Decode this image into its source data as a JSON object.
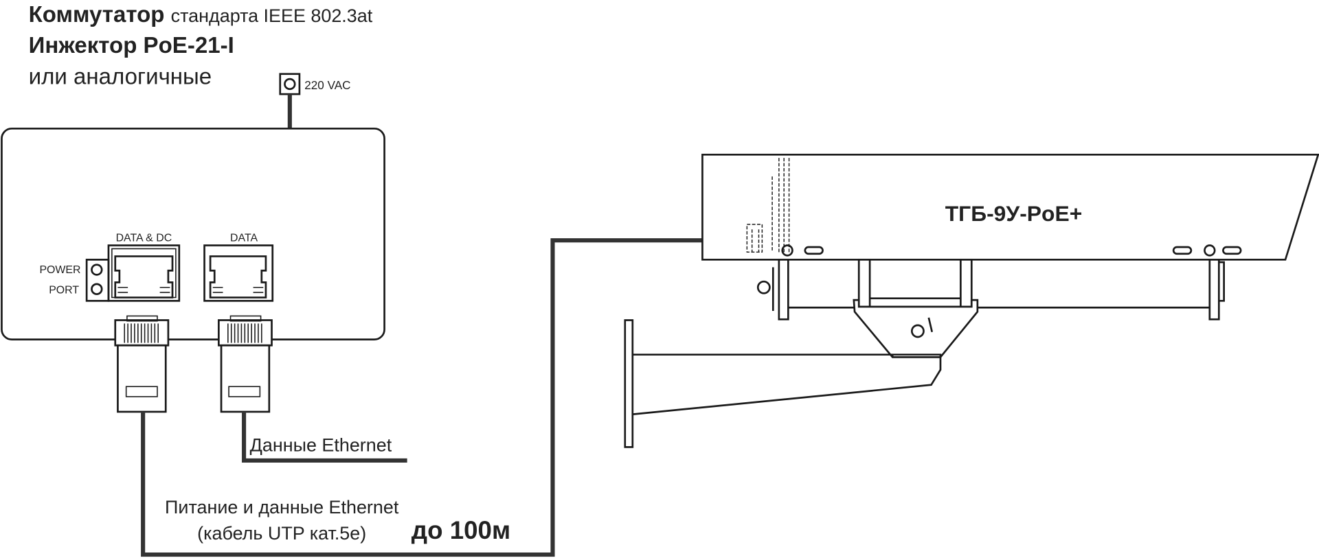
{
  "heading": {
    "line1_bold": "Коммутатор",
    "line1_regular": "стандарта IEEE 802.3at",
    "line2_bold": "Инжектор PoE-21-I",
    "line3": "или аналогичные"
  },
  "injector": {
    "power_input_label": "220 VAC",
    "port1_label": "DATA & DC",
    "port2_label": "DATA",
    "power_port_label_1": "POWER",
    "power_port_label_2": "PORT"
  },
  "cables": {
    "data_label": "Данные Ethernet",
    "poe_label_1": "Питание и данные Ethernet",
    "poe_label_2": "(кабель UTP кат.5е)",
    "distance_label": "до 100м"
  },
  "camera": {
    "housing_label": "ТГБ-9У-PoE+"
  },
  "colors": {
    "line": "#1a1a1a",
    "cable": "#333333",
    "background": "#ffffff"
  }
}
